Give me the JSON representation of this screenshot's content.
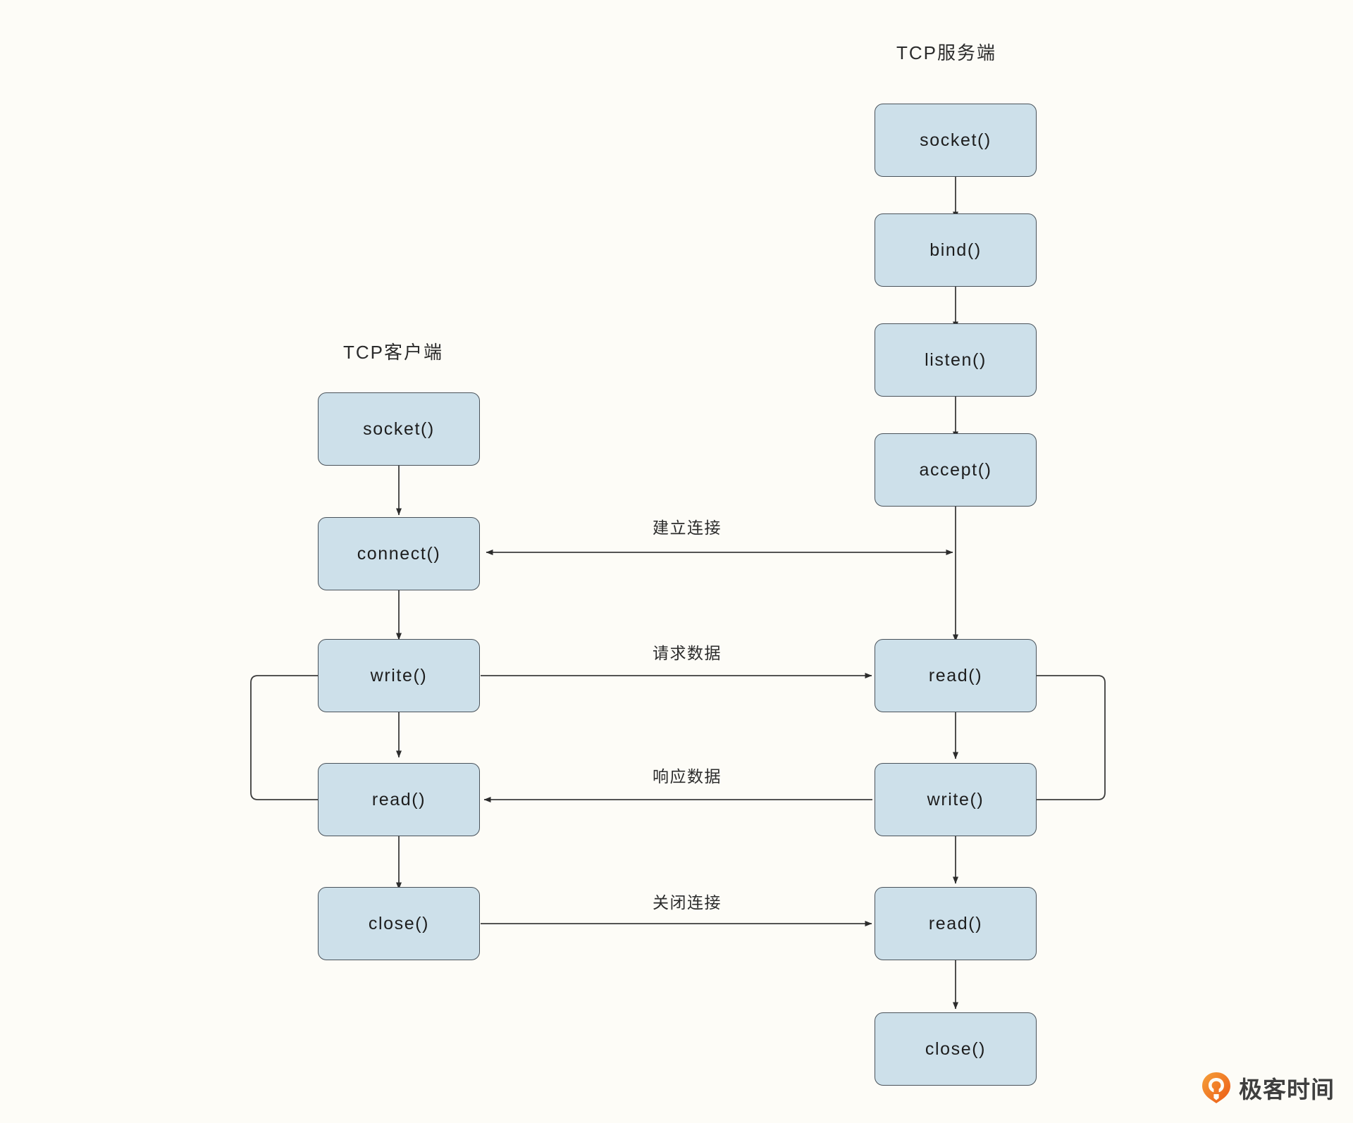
{
  "diagram": {
    "title_client": "TCP客户端",
    "title_server": "TCP服务端",
    "background_color": "#fdfcf7",
    "node_fill": "#cde0ea",
    "node_stroke": "#49525a",
    "edge_stroke": "#3c3c3c"
  },
  "client": {
    "title": "TCP客户端",
    "nodes": [
      {
        "id": "c-socket",
        "label": "socket()"
      },
      {
        "id": "c-connect",
        "label": "connect()"
      },
      {
        "id": "c-write",
        "label": "write()"
      },
      {
        "id": "c-read",
        "label": "read()"
      },
      {
        "id": "c-close",
        "label": "close()"
      }
    ]
  },
  "server": {
    "title": "TCP服务端",
    "nodes": [
      {
        "id": "s-socket",
        "label": "socket()"
      },
      {
        "id": "s-bind",
        "label": "bind()"
      },
      {
        "id": "s-listen",
        "label": "listen()"
      },
      {
        "id": "s-accept",
        "label": "accept()"
      },
      {
        "id": "s-read1",
        "label": "read()"
      },
      {
        "id": "s-write",
        "label": "write()"
      },
      {
        "id": "s-read2",
        "label": "read()"
      },
      {
        "id": "s-close",
        "label": "close()"
      }
    ]
  },
  "edge_labels": {
    "establish": "建立连接",
    "request": "请求数据",
    "response": "响应数据",
    "close": "关闭连接"
  },
  "watermark": {
    "text": "极客时间",
    "logo_color": "#f06b22"
  }
}
